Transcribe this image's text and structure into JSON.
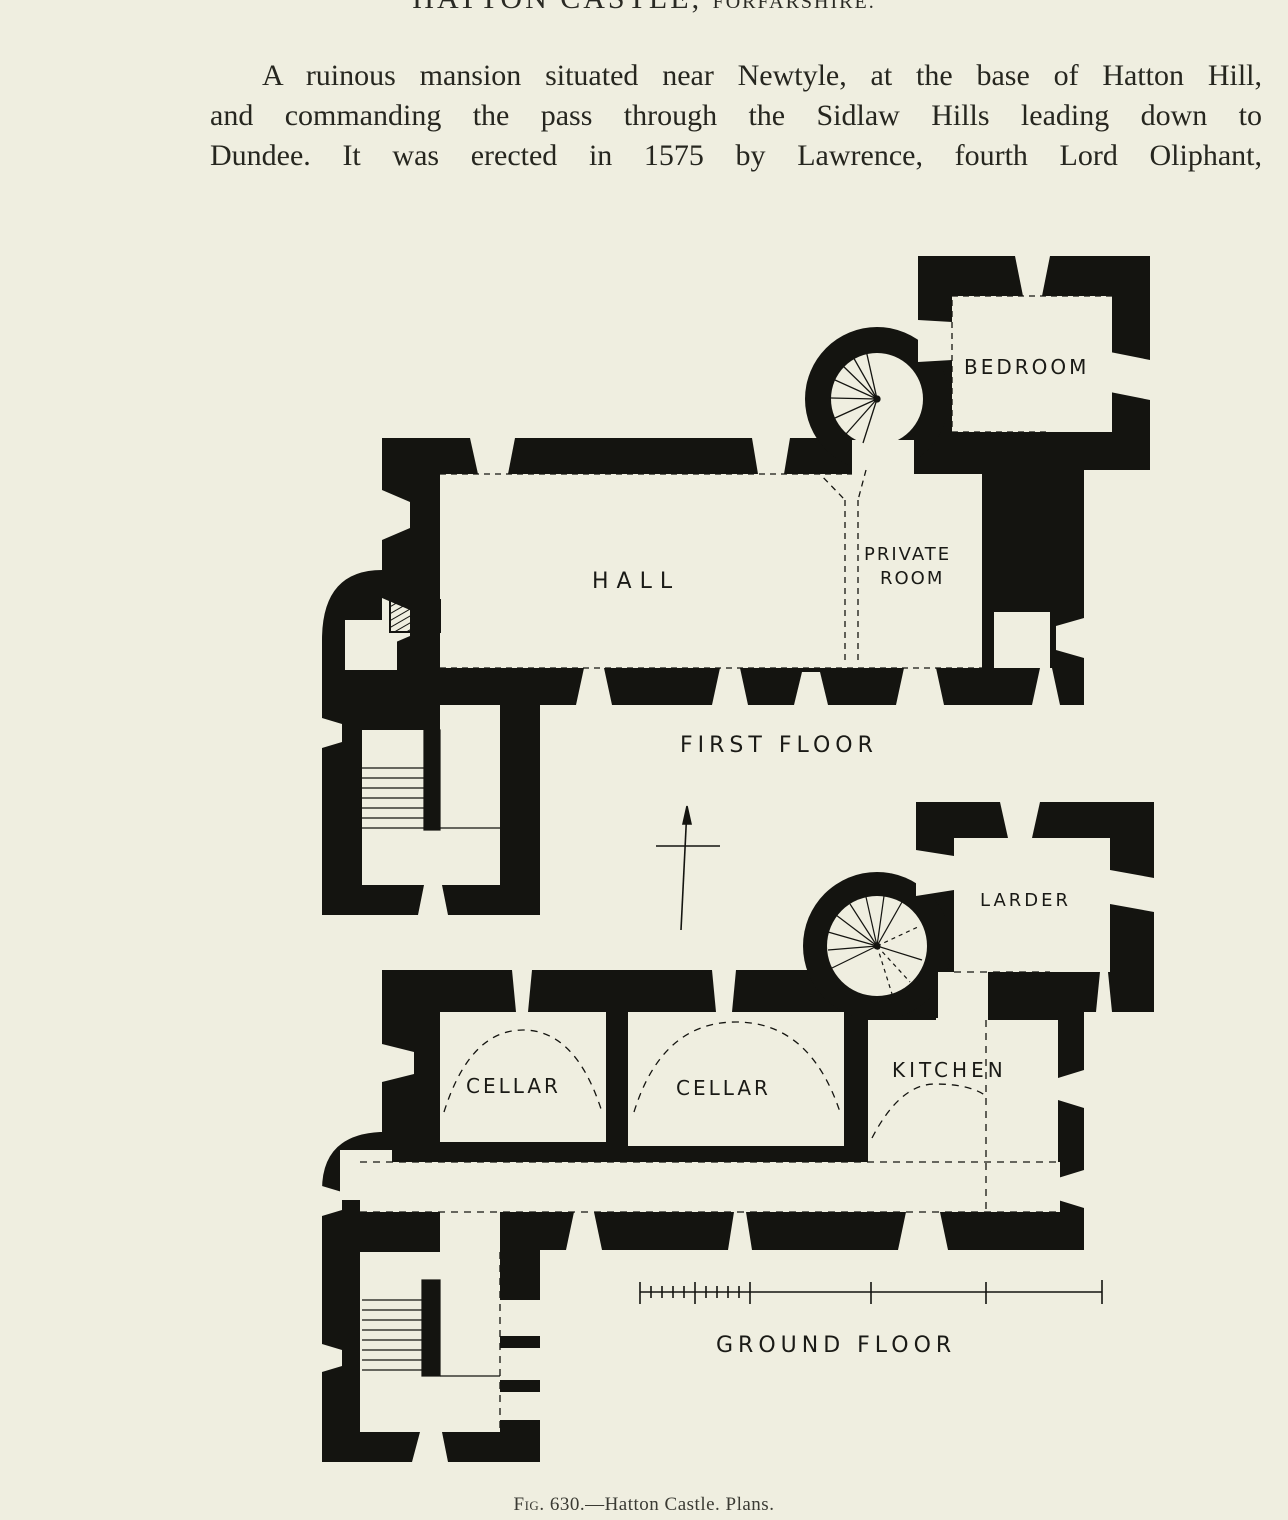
{
  "page": {
    "running_head_main": "HATTON CASTLE,",
    "running_head_county": "FORFARSHIRE.",
    "paragraph_lines": [
      "A ruinous mansion situated near Newtyle, at the base of Hatton Hill,",
      "and commanding the pass through the Sidlaw Hills leading down to",
      "Dundee.  It was erected in 1575 by Lawrence, fourth Lord Oliphant,"
    ]
  },
  "plan": {
    "first_floor": {
      "title": "FIRST FLOOR",
      "rooms": {
        "bedroom": "BEDROOM",
        "hall": "HALL",
        "private_room_line1": "PRIVATE",
        "private_room_line2": "ROOM"
      }
    },
    "ground_floor": {
      "title": "GROUND FLOOR",
      "rooms": {
        "larder": "LARDER",
        "cellar_west": "CELLAR",
        "cellar_east": "CELLAR",
        "kitchen": "KITCHEN"
      }
    }
  },
  "caption": {
    "label": "Fig. 630.",
    "text": "—Hatton Castle.  Plans."
  },
  "colors": {
    "paper": "#efeee0",
    "ink": "#141410"
  }
}
